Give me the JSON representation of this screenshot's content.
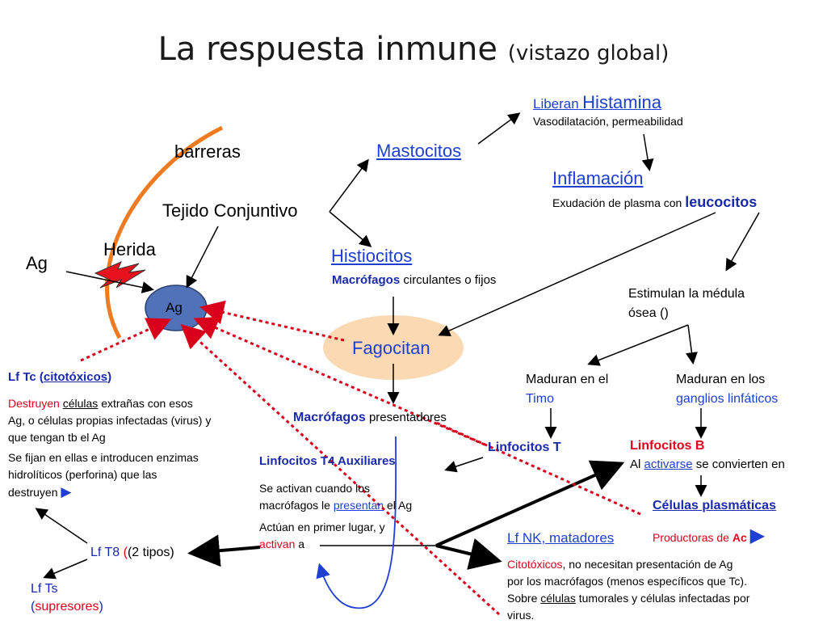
{
  "title": {
    "main": "La respuesta inmune",
    "sub": "(vistazo global)"
  },
  "labels": {
    "barreras": "barreras",
    "tejido": "Tejido Conjuntivo",
    "herida": "Herida",
    "ag_left": "Ag",
    "ag_circle": "Ag",
    "mastocitos": "Mastocitos",
    "histiocitos": "Histiocitos",
    "macrofagos_word": "Macrófagos",
    "macrofagos_rest": "circulantes o fijos",
    "fagocitan": "Fagocitan",
    "macrofagos2_word": "Macrófagos",
    "macrofagos2_rest": "presentadores",
    "liberan": "Liberan",
    "histamina": "Histamina",
    "vasodilatacion": "Vasodilatación, permeabilidad",
    "inflamacion": "Inflamación",
    "exudacion": "Exudación de plasma con",
    "leucocitos": "leucocitos",
    "estimulan_1": "Estimulan la médula",
    "estimulan_2": "ósea ()",
    "maduran_timo_1": "Maduran en el",
    "maduran_timo_2": "Timo",
    "maduran_gang_1": "Maduran en los",
    "maduran_gang_2": "ganglios linfáticos",
    "linfocitos_t": "Linfocitos T",
    "linfocitos_b": "Linfocitos B",
    "al": "Al",
    "activarse": "activarse",
    "se_convierten": "se convierten en",
    "celulas_plasmaticas": "Células plasmáticas",
    "productoras": "Productoras de",
    "ac": "Ac",
    "lf_nk": "Lf NK, matadores",
    "citotoxicos_red": "Citotóxicos",
    "nk_text_1": ", no necesitan presentación de Ag",
    "nk_text_2": "por los macrófagos (menos específicos que Tc).",
    "nk_text_3a": "Sobre",
    "nk_celulas": "células",
    "nk_text_3b": "tumorales y células infectadas por",
    "nk_text_4": "virus.",
    "lf_tc": "Lf Tc",
    "citotoxicos_link": "citotóxicos",
    "tc_1a": "Destruyen",
    "tc_celulas": "células",
    "tc_1b": "extrañas con esos",
    "tc_2": "Ag, o células propias infectadas (virus) y",
    "tc_3": "que tengan tb el Ag",
    "tc_4": "Se fijan en ellas e introducen enzimas",
    "tc_5": "hidrolíticos (perforina) que las",
    "tc_6": "destruyen",
    "t4_title": "Linfocitos T4 Auxiliares",
    "t4_1": "Se activan cuando los",
    "t4_2a": "macrófagos le",
    "t4_presentan": "presentan",
    "t4_2b": "el Ag",
    "t4_3": "Actúan en primer lugar, y",
    "t4_activan": "activan",
    "t4_a": "a",
    "lf_t8": "Lf T8",
    "lf_t8_tipos": "(2 tipos)",
    "lf_ts": "Lf Ts",
    "supresores": "supresores"
  },
  "colors": {
    "blue_text": "#1f3fd1",
    "red_text": "#e0001b",
    "orange_curve": "#f07a1f",
    "ag_circle": "#4f72b8",
    "fagocitan_ellipse": "#fad9b3",
    "red_dotted": "#d9001b"
  }
}
